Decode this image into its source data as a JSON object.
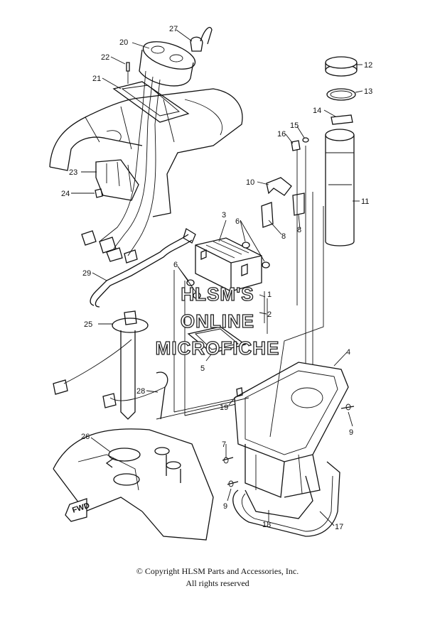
{
  "part_numbers": [
    "1",
    "2",
    "3",
    "4",
    "5",
    "6",
    "6",
    "7",
    "8",
    "8",
    "9",
    "9",
    "10",
    "11",
    "12",
    "13",
    "14",
    "15",
    "16",
    "17",
    "18",
    "19",
    "20",
    "21",
    "22",
    "23",
    "24",
    "25",
    "26",
    "27",
    "28",
    "29"
  ],
  "watermark": {
    "line1": "HLSM'S",
    "line2": "ONLINE",
    "line3": "MICROFICHE"
  },
  "fwd_label": "FWD",
  "copyright": {
    "line1": "© Copyright HLSM Parts and Accessories, Inc.",
    "line2": "All rights reserved"
  }
}
